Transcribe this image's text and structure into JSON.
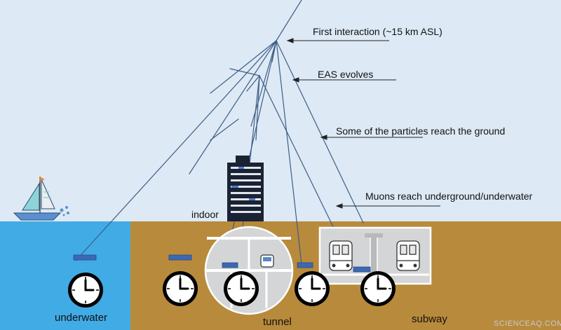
{
  "annotations": {
    "first_interaction": "First interaction (~15 km ASL)",
    "eas_evolves": "EAS evolves",
    "particles_reach_ground": "Some of the particles reach the ground",
    "muons_reach": "Muons reach underground/underwater"
  },
  "locations": {
    "indoor": "indoor",
    "underwater": "underwater",
    "tunnel": "tunnel",
    "subway": "subway"
  },
  "watermark": "SCIENCEAQ.COM",
  "colors": {
    "sky": "#dde9f5",
    "water": "#41abe6",
    "ground": "#b88a3c",
    "shower_lines": "#3d5e86",
    "detector": "#3c68b4",
    "clock_face": "#ffffff",
    "clock_ink": "#000000"
  },
  "icons": [
    "sailboat-icon",
    "building-icon",
    "tunnel-icon",
    "subway-train-icon",
    "clock-icon",
    "detector-icon"
  ]
}
